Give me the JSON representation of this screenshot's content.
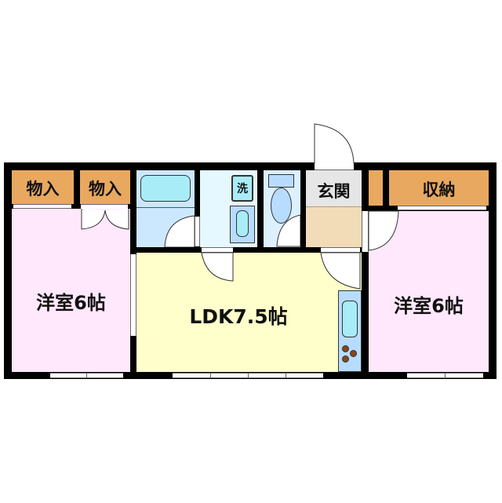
{
  "floorplan": {
    "rooms": [
      {
        "id": "storage-left-1",
        "label": "物入",
        "color": "#e8a860"
      },
      {
        "id": "storage-left-2",
        "label": "物入",
        "color": "#e8a860"
      },
      {
        "id": "bedroom-left",
        "label": "洋室6帖",
        "color": "#ffe8fc"
      },
      {
        "id": "bathroom",
        "label": "",
        "color": "#cce8ff"
      },
      {
        "id": "washroom",
        "label": "",
        "color": "#e6f8ff"
      },
      {
        "id": "washing-machine",
        "label": "洗",
        "color": "#a8ecf8"
      },
      {
        "id": "toilet",
        "label": "",
        "color": "#dcf0ff"
      },
      {
        "id": "entrance",
        "label": "玄関",
        "color": "#e6e6e6"
      },
      {
        "id": "entrance-floor",
        "label": "",
        "color": "#f2dcb8"
      },
      {
        "id": "storage-right-small",
        "label": "",
        "color": "#e8a860"
      },
      {
        "id": "storage-right",
        "label": "収納",
        "color": "#e8a860"
      },
      {
        "id": "ldk",
        "label": "LDK7.5帖",
        "color": "#ffffcc"
      },
      {
        "id": "bedroom-right",
        "label": "洋室6帖",
        "color": "#ffe8fc"
      }
    ],
    "colors": {
      "wall": "#000000",
      "fixture_fill": "#a8ecf8",
      "kitchen_counter": "#b8dcff",
      "stove_burner": "#8b4513"
    }
  }
}
